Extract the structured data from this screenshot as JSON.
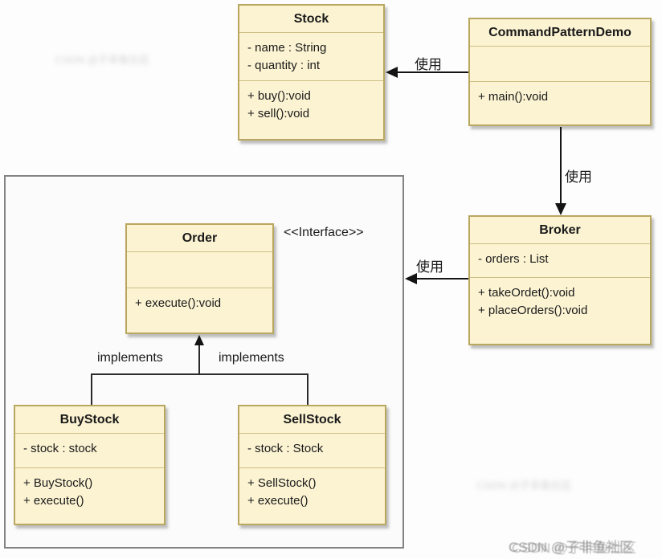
{
  "diagram": {
    "classes": [
      {
        "title": "Stock",
        "attributes": [
          "- name : String",
          "- quantity : int"
        ],
        "methods": [
          "+ buy():void",
          "+ sell():void"
        ]
      },
      {
        "title": "CommandPatternDemo",
        "attributes": [],
        "methods": [
          "+ main():void"
        ]
      },
      {
        "title": "Broker",
        "attributes": [
          "- orders : List"
        ],
        "methods": [
          "+ takeOrdet():void",
          "+ placeOrders():void"
        ]
      },
      {
        "title": "Order",
        "attributes": [],
        "methods": [
          "+ execute():void"
        ]
      },
      {
        "title": "BuyStock",
        "attributes": [
          "- stock : stock"
        ],
        "methods": [
          "+ BuyStock()",
          "+ execute()"
        ]
      },
      {
        "title": "SellStock",
        "attributes": [
          "- stock : Stock"
        ],
        "methods": [
          "+ SellStock()",
          "+ execute()"
        ]
      }
    ],
    "labels": {
      "use_demo_to_stock": "使用",
      "use_demo_to_broker": "使用",
      "use_broker_to_order": "使用",
      "implements_left": "implements",
      "implements_right": "implements",
      "interface_stereotype": "<<Interface>>"
    },
    "watermark": "CSDN @子非鱼社区",
    "colors": {
      "box_fill": "#FBF3D2",
      "box_border": "#B9A75F",
      "separator": "#CDBF85",
      "arrow": "#141414",
      "container_border": "#838383"
    }
  }
}
